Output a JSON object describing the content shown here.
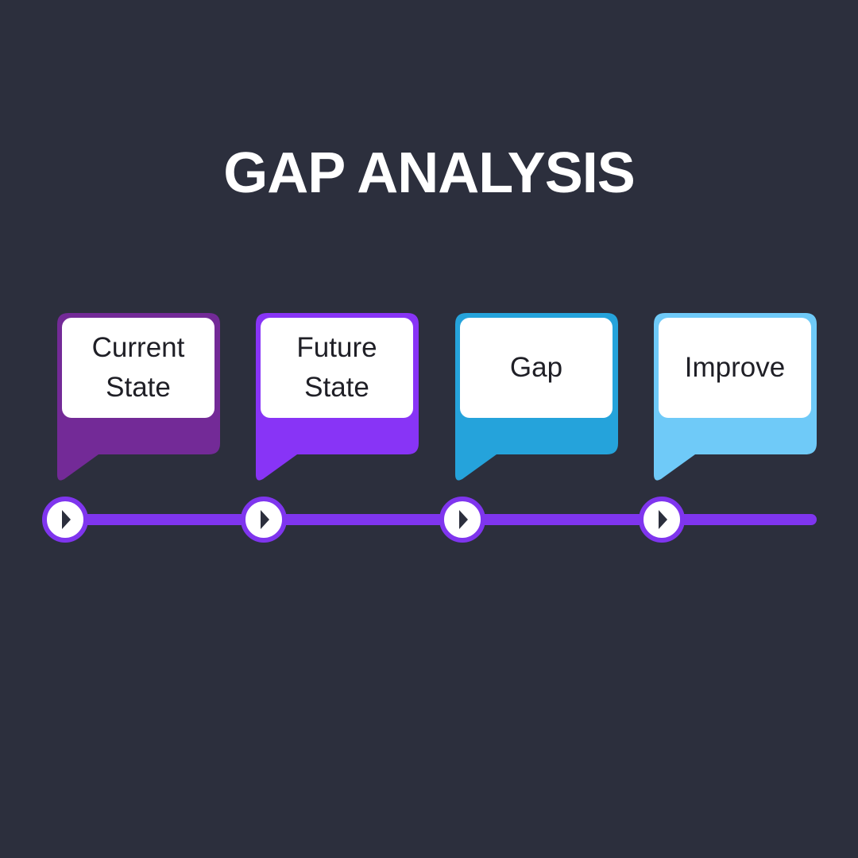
{
  "title": "GAP ANALYSIS",
  "colors": {
    "background": "#2c2f3d",
    "timeline": "#7f35ee",
    "card": "#ffffff"
  },
  "steps": [
    {
      "label": "Current State",
      "color": "#732a97",
      "icon": "play-arrow-icon"
    },
    {
      "label": "Future State",
      "color": "#8834f6",
      "icon": "play-arrow-icon"
    },
    {
      "label": "Gap",
      "color": "#25a3db",
      "icon": "play-arrow-icon"
    },
    {
      "label": "Improve",
      "color": "#6fcaf8",
      "icon": "play-arrow-icon"
    }
  ]
}
